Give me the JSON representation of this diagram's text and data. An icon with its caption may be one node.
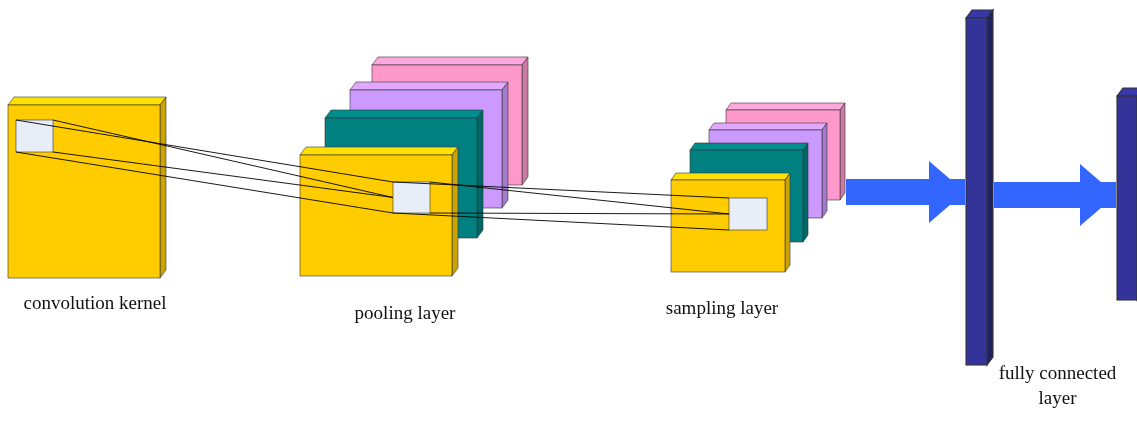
{
  "diagram": {
    "nodes": [
      {
        "text": [],
        "shape": "box",
        "beside": [
          "convolution kernel"
        ]
      },
      {
        "text": [],
        "shape": "box",
        "in": 0
      },
      {
        "text": [],
        "shape": "box",
        "beside": [
          "pooling layer"
        ]
      },
      {
        "text": [],
        "shape": "box",
        "in": 2
      },
      {
        "text": [],
        "shape": "box",
        "beside": [
          "sampling layer"
        ]
      },
      {
        "text": [],
        "shape": "box",
        "in": 4
      },
      {
        "text": [],
        "shape": "bar",
        "beside": [
          "fully connected layer"
        ]
      },
      {
        "text": [],
        "shape": "bar"
      }
    ],
    "edges": [
      {
        "from": 1,
        "to": 3,
        "arrow": "none"
      },
      {
        "from": 3,
        "to": 5,
        "arrow": "none"
      },
      {
        "from": 4,
        "to": 6,
        "arrow": "to",
        "style": "thick",
        "color": "#3366ff"
      },
      {
        "from": 6,
        "to": 7,
        "arrow": "to",
        "style": "thick",
        "color": "#3366ff"
      }
    ]
  }
}
